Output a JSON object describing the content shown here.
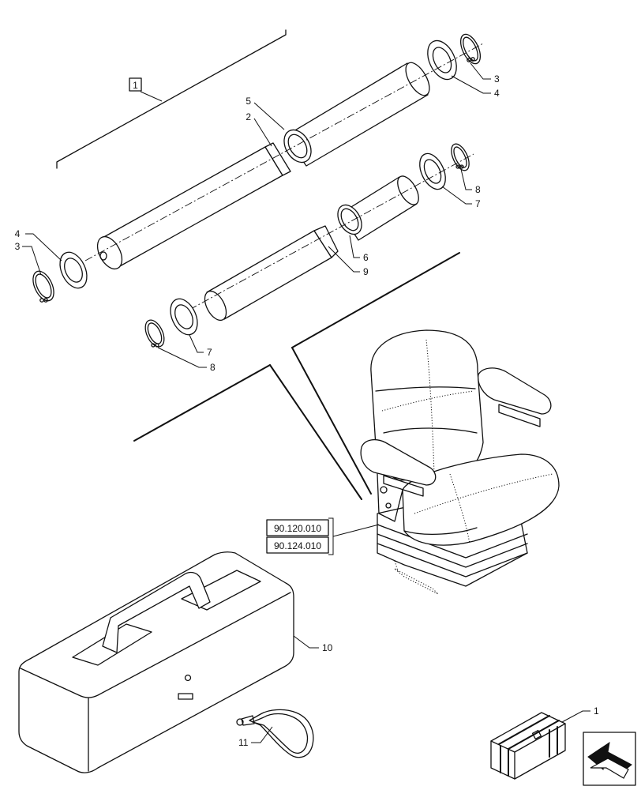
{
  "callouts": [
    {
      "id": "c1",
      "text": "1"
    },
    {
      "id": "c2",
      "text": "2"
    },
    {
      "id": "c3a",
      "text": "3"
    },
    {
      "id": "c3b",
      "text": "3"
    },
    {
      "id": "c4a",
      "text": "4"
    },
    {
      "id": "c4b",
      "text": "4"
    },
    {
      "id": "c5",
      "text": "5"
    },
    {
      "id": "c6",
      "text": "6"
    },
    {
      "id": "c7a",
      "text": "7"
    },
    {
      "id": "c7b",
      "text": "7"
    },
    {
      "id": "c8a",
      "text": "8"
    },
    {
      "id": "c8b",
      "text": "8"
    },
    {
      "id": "c9",
      "text": "9"
    },
    {
      "id": "c10",
      "text": "10"
    },
    {
      "id": "c11",
      "text": "11"
    }
  ],
  "kit_label": "1",
  "references": [
    "90.120.010",
    "90.124.010"
  ],
  "icons": {
    "kit_box": "crate-icon",
    "navigation": "arrow-back-icon"
  }
}
